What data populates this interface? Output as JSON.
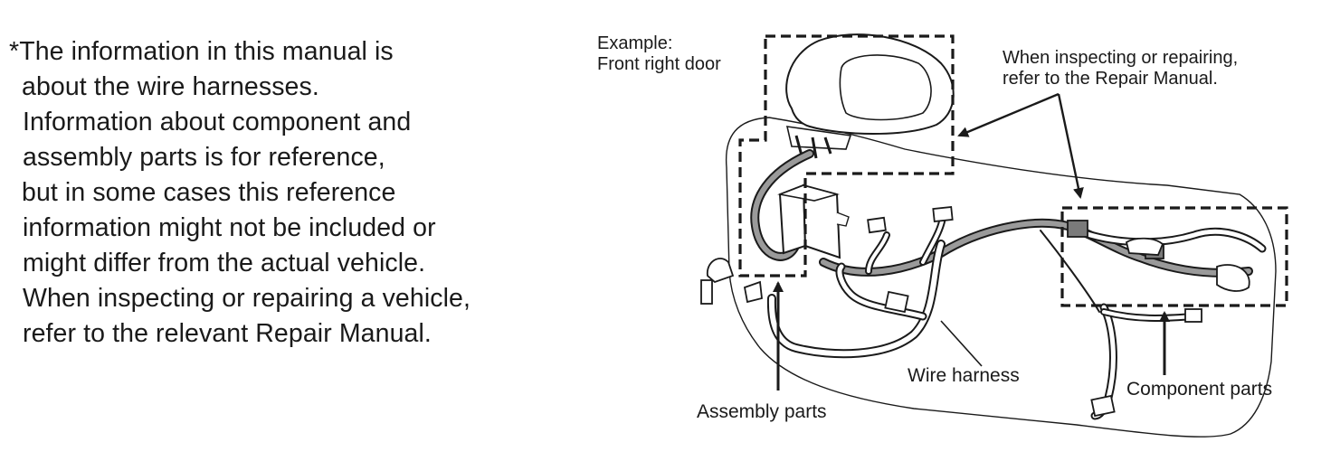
{
  "note": {
    "lines": [
      "*The information in this manual is",
      "about the wire harnesses.",
      "Information about component and",
      "assembly parts is for reference,",
      "but in some cases this reference",
      "information might not be included or",
      "might differ from the actual vehicle.",
      "When inspecting or repairing a vehicle,",
      "refer to the relevant Repair Manual."
    ]
  },
  "diagram": {
    "example_label": "Example:",
    "example_subject": "Front right door",
    "callout_line1": "When inspecting or repairing,",
    "callout_line2": "refer to the Repair Manual.",
    "wire_harness_label": "Wire harness",
    "assembly_parts_label": "Assembly parts",
    "component_parts_label": "Component parts"
  },
  "colors": {
    "ink": "#1a1a1a",
    "harness_fill": "#9a9a9a",
    "background": "#ffffff"
  }
}
